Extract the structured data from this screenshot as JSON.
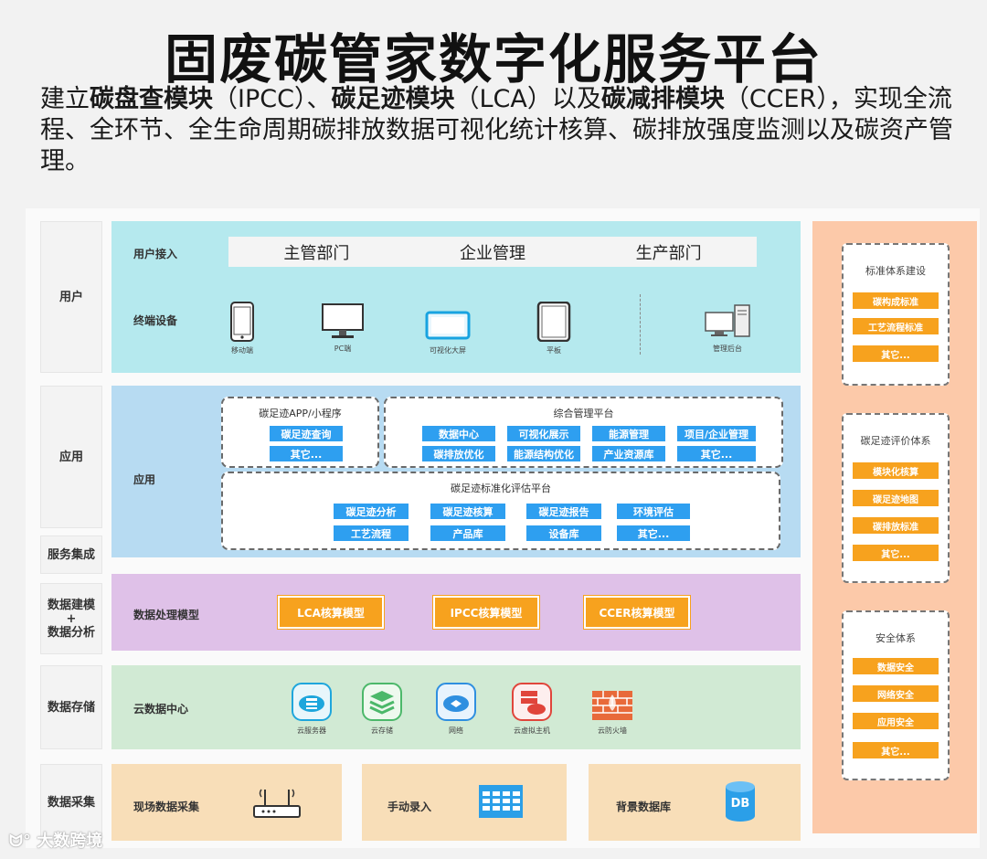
{
  "title": "固废碳管家数字化服务平台",
  "intro": {
    "p1": "建立",
    "b1": "碳盘查模块",
    "p2": "（IPCC）、",
    "b2": "碳足迹模块",
    "p3": "（LCA）以及",
    "b3": "碳减排模块",
    "p4": "（CCER），实现全流程、全环节、全生命周期碳排放数据可视化统计核算、碳排放强度监测以及碳资产管理。"
  },
  "layers": {
    "user": "用户",
    "app": "应用",
    "service": "服务集成",
    "model": "数据建模\n+\n数据分析",
    "storage": "数据存储",
    "collect": "数据采集"
  },
  "user_panel": {
    "access_label": "用户接入",
    "access_items": [
      "主管部门",
      "企业管理",
      "生产部门"
    ],
    "terminal_label": "终端设备",
    "devices": [
      {
        "icon": "mobile-icon",
        "label": "移动端"
      },
      {
        "icon": "pc-icon",
        "label": "PC端"
      },
      {
        "icon": "big-screen-icon",
        "label": "可视化大屏"
      },
      {
        "icon": "tablet-icon",
        "label": "平板"
      },
      {
        "icon": "admin-icon",
        "label": "管理后台"
      }
    ]
  },
  "app_panel": {
    "label": "应用",
    "miniapp": {
      "title": "碳足迹APP/小程序",
      "tags": [
        "碳足迹查询",
        "其它..."
      ]
    },
    "mgmt": {
      "title": "综合管理平台",
      "tags": [
        "数据中心",
        "可视化展示",
        "能源管理",
        "项目/企业管理",
        "碳排放优化",
        "能源结构优化",
        "产业资源库",
        "其它..."
      ]
    },
    "eval": {
      "title": "碳足迹标准化评估平台",
      "tags": [
        "碳足迹分析",
        "碳足迹核算",
        "碳足迹报告",
        "环境评估",
        "工艺流程",
        "产品库",
        "设备库",
        "其它..."
      ]
    }
  },
  "model_panel": {
    "label": "数据处理模型",
    "models": [
      "LCA核算模型",
      "IPCC核算模型",
      "CCER核算模型"
    ]
  },
  "storage_panel": {
    "label": "云数据中心",
    "items": [
      {
        "icon": "cloud-server-icon",
        "label": "云服务器"
      },
      {
        "icon": "cloud-storage-icon",
        "label": "云存储"
      },
      {
        "icon": "network-icon",
        "label": "网络"
      },
      {
        "icon": "cloud-vm-icon",
        "label": "云虚拟主机"
      },
      {
        "icon": "firewall-icon",
        "label": "云防火墙"
      }
    ]
  },
  "collect_panel": {
    "items": [
      {
        "label": "现场数据采集",
        "icon": "router-icon"
      },
      {
        "label": "手动录入",
        "icon": "table-icon"
      },
      {
        "label": "背景数据库",
        "icon": "db-icon",
        "icon_text": "DB"
      }
    ]
  },
  "right_panel": {
    "standards": {
      "title": "标准体系建设",
      "tags": [
        "碳构成标准",
        "工艺流程标准",
        "其它..."
      ]
    },
    "evaluation": {
      "title": "碳足迹评价体系",
      "tags": [
        "模块化核算",
        "碳足迹地图",
        "碳排放标准",
        "其它..."
      ]
    },
    "security": {
      "title": "安全体系",
      "tags": [
        "数据安全",
        "网络安全",
        "应用安全",
        "其它..."
      ]
    }
  },
  "watermark": "大数跨境",
  "colors": {
    "tag_blue": "#2e9ff0",
    "tag_orange": "#f7a21e",
    "user_bg": "#b5e9ee",
    "app_bg": "#b7dbf2",
    "model_bg": "#dfc1e8",
    "storage_bg": "#d1ead4",
    "collect_bg": "#f8deb8",
    "right_bg": "#fcc9a9"
  }
}
